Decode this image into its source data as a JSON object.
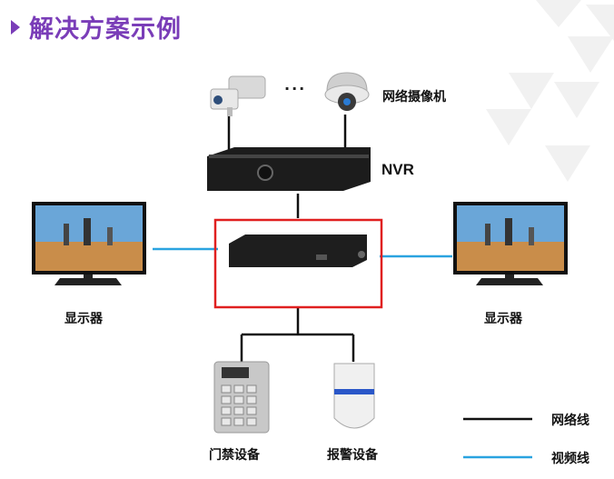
{
  "title": "解决方案示例",
  "labels": {
    "camera_dots": "···",
    "network_camera": "网络摄像机",
    "nvr": "NVR",
    "display_left": "显示器",
    "display_right": "显示器",
    "access_control": "门禁设备",
    "alarm_device": "报警设备"
  },
  "legend": {
    "network_line": "网络线",
    "video_line": "视频线"
  },
  "colors": {
    "title": "#7a3db8",
    "network_line": "#111111",
    "video_line": "#2aa3e0",
    "highlight_box": "#e02020"
  }
}
